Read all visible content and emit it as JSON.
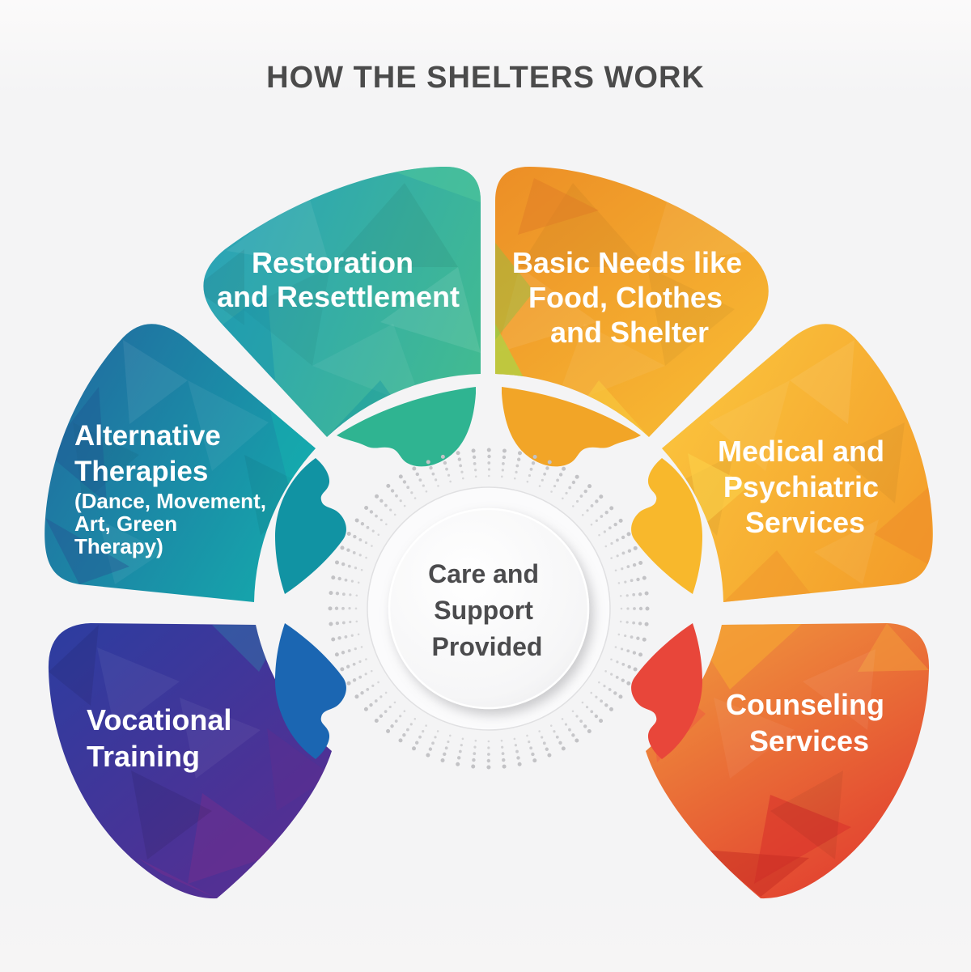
{
  "title": "HOW THE SHELTERS WORK",
  "center": {
    "lines": [
      "Care and",
      "Support",
      "Provided"
    ]
  },
  "petals": [
    {
      "id": "restoration",
      "lines": [
        "Restoration",
        "and Resettlement"
      ],
      "colors": {
        "from": "#2ba3b6",
        "to": "#41ba92",
        "flap": "#2fb491"
      }
    },
    {
      "id": "basic-needs",
      "lines": [
        "Basic Needs like",
        "Food, Clothes",
        "and Shelter"
      ],
      "colors": {
        "from": "#ec8e26",
        "to": "#f8ba33",
        "flap": "#f2a527"
      }
    },
    {
      "id": "alternative-therapies",
      "lines": [
        "Alternative",
        "Therapies"
      ],
      "sublines": [
        "(Dance, Movement,",
        "Art, Green",
        "Therapy)"
      ],
      "colors": {
        "from": "#22679f",
        "to": "#16a3ab",
        "flap": "#1193a3"
      }
    },
    {
      "id": "medical-psychiatric",
      "lines": [
        "Medical and",
        "Psychiatric",
        "Services"
      ],
      "colors": {
        "from": "#fbc53e",
        "to": "#f39d2a",
        "flap": "#f8b82c"
      }
    },
    {
      "id": "vocational-training",
      "lines": [
        "Vocational",
        "Training"
      ],
      "colors": {
        "from": "#2c3da0",
        "to": "#5a2d91",
        "flap": "#1b66b2"
      }
    },
    {
      "id": "counseling-services",
      "lines": [
        "Counseling",
        "Services"
      ],
      "colors": {
        "from": "#f0953d",
        "to": "#e13b2f",
        "flap": "#e8463a"
      }
    }
  ],
  "styles": {
    "background": "#f4f4f5",
    "title_color": "#4b4b4b",
    "center_text_color": "#4b4b4d",
    "petal_text_color": "#ffffff",
    "dots_color": "#c9c9cb"
  }
}
